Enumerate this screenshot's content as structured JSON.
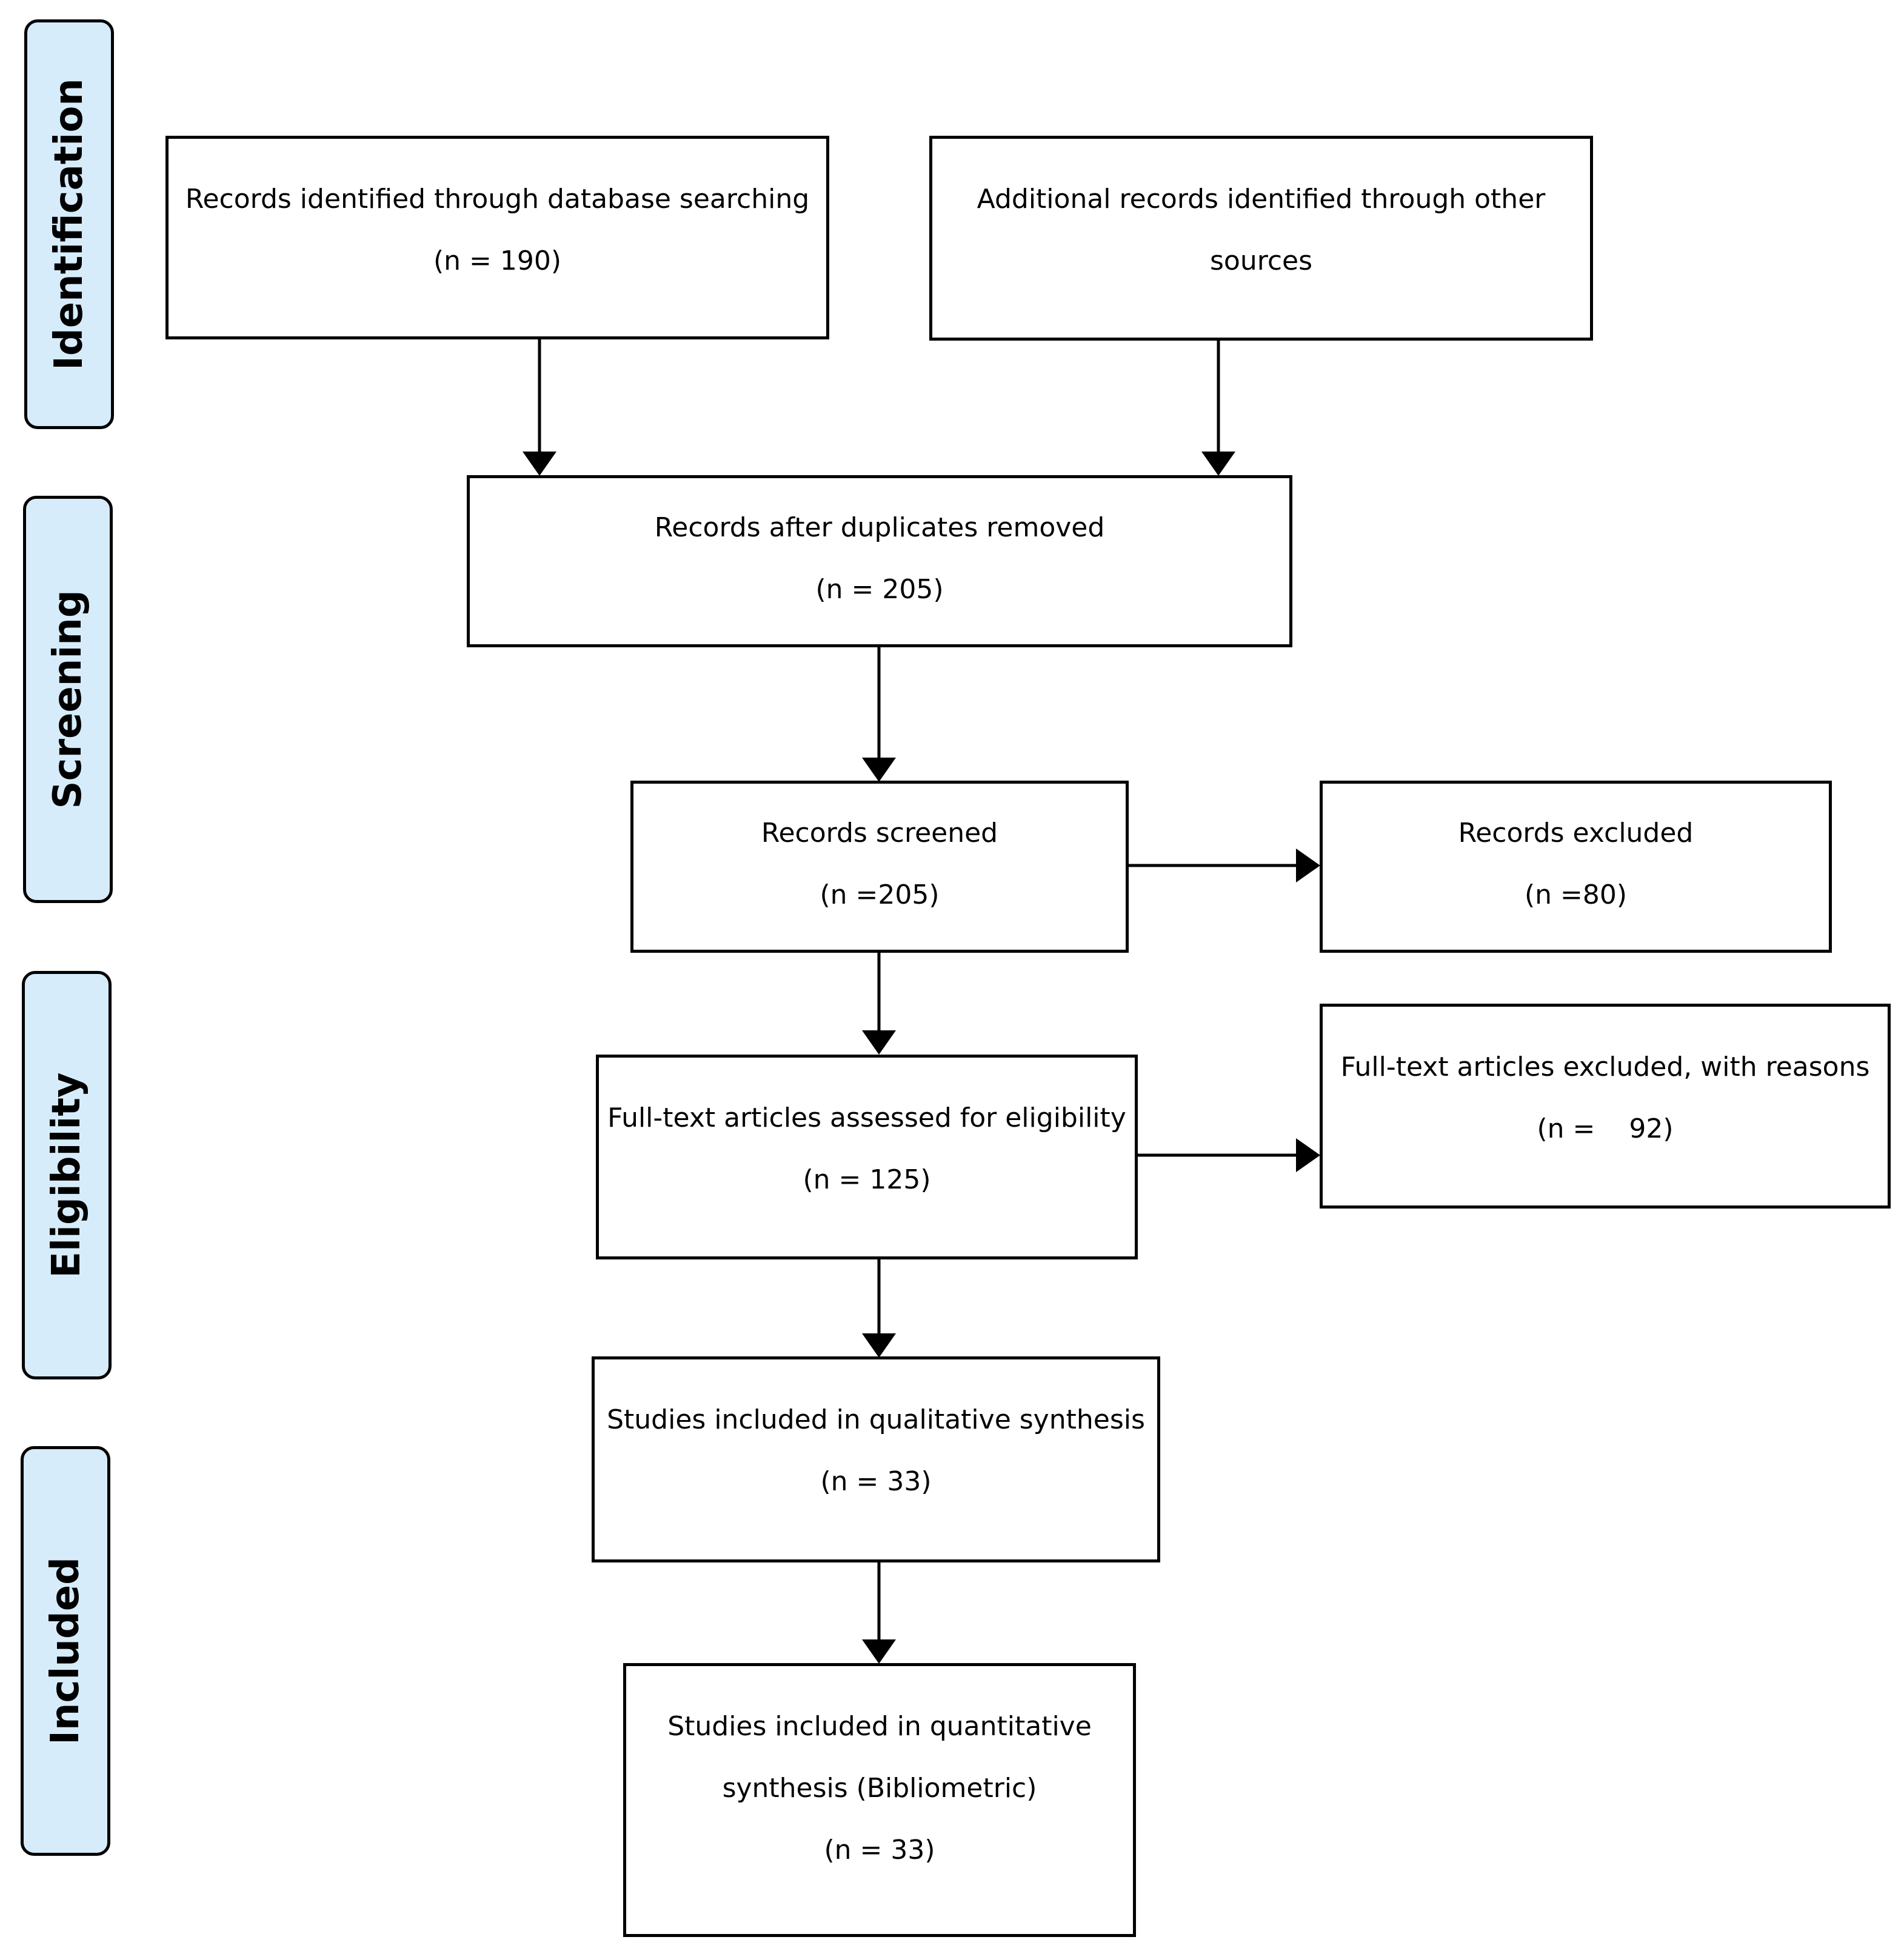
{
  "phases": {
    "identification": "Identification",
    "screening": "Screening",
    "eligibility": "Eligibility",
    "included": "Included"
  },
  "boxes": {
    "database_records": {
      "text": "Records identified through database searching",
      "count": "(n = 190)"
    },
    "other_sources": {
      "line1": "Additional records identified through other",
      "line2": "sources"
    },
    "duplicates_removed": {
      "text": "Records after duplicates removed",
      "count": "(n = 205)"
    },
    "screened": {
      "text": "Records screened",
      "count": "(n =205)"
    },
    "excluded": {
      "text": "Records excluded",
      "count": "(n =80)"
    },
    "full_text_assessed": {
      "text": "Full-text articles assessed for eligibility",
      "count": "(n = 125)"
    },
    "full_text_excluded": {
      "text": "Full-text articles excluded, with reasons",
      "count": "(n =    92)"
    },
    "qualitative": {
      "text": "Studies included in qualitative synthesis",
      "count": "(n = 33)"
    },
    "quantitative": {
      "line1": "Studies included in quantitative",
      "line2": "synthesis (Bibliometric)",
      "count": "(n = 33)"
    }
  }
}
